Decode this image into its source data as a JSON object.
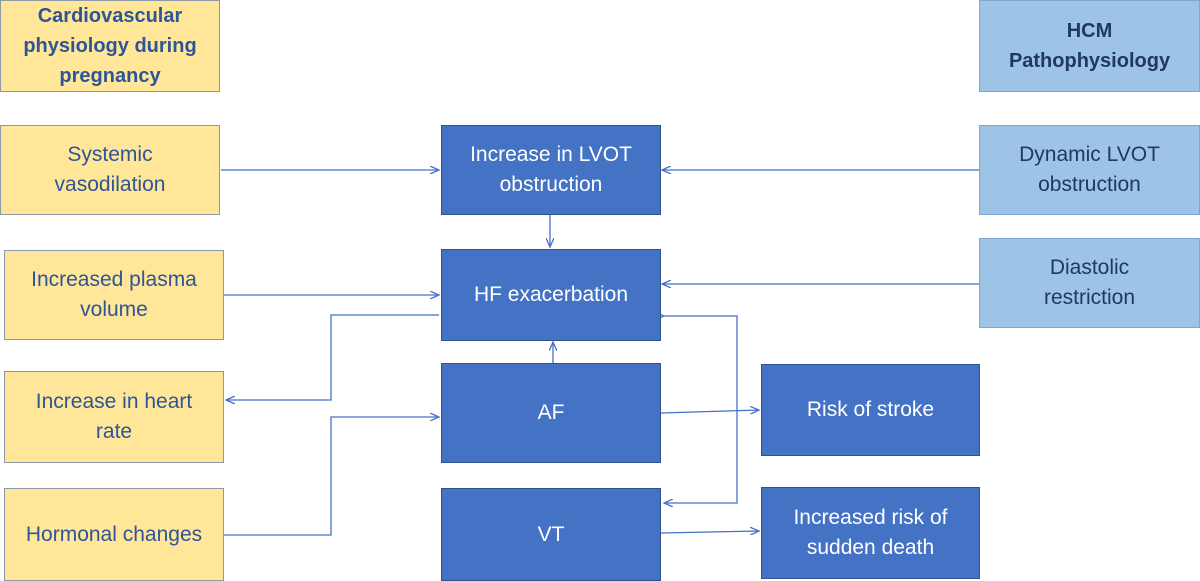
{
  "headings": {
    "left": "Cardiovascular physiology during pregnancy",
    "right": "HCM Pathophysiology"
  },
  "pregnancy_factors": {
    "systemic_vasodilation": "Systemic vasodilation",
    "plasma_volume": "Increased plasma volume",
    "heart_rate": "Increase in heart rate",
    "hormonal": "Hormonal changes"
  },
  "hcm_factors": {
    "dynamic_lvot": "Dynamic LVOT obstruction",
    "diastolic": "Diastolic restriction"
  },
  "central_nodes": {
    "lvot_increase": "Increase in LVOT obstruction",
    "hf": "HF exacerbation",
    "af": "AF",
    "vt": "VT"
  },
  "outcomes": {
    "stroke": "Risk of stroke",
    "sudden_death": "Increased risk of sudden death"
  },
  "colors": {
    "pregnancy_fill": "#ffe699",
    "hcm_fill": "#9dc3e6",
    "central_fill": "#4472c4",
    "arrow": "#4472c4"
  }
}
